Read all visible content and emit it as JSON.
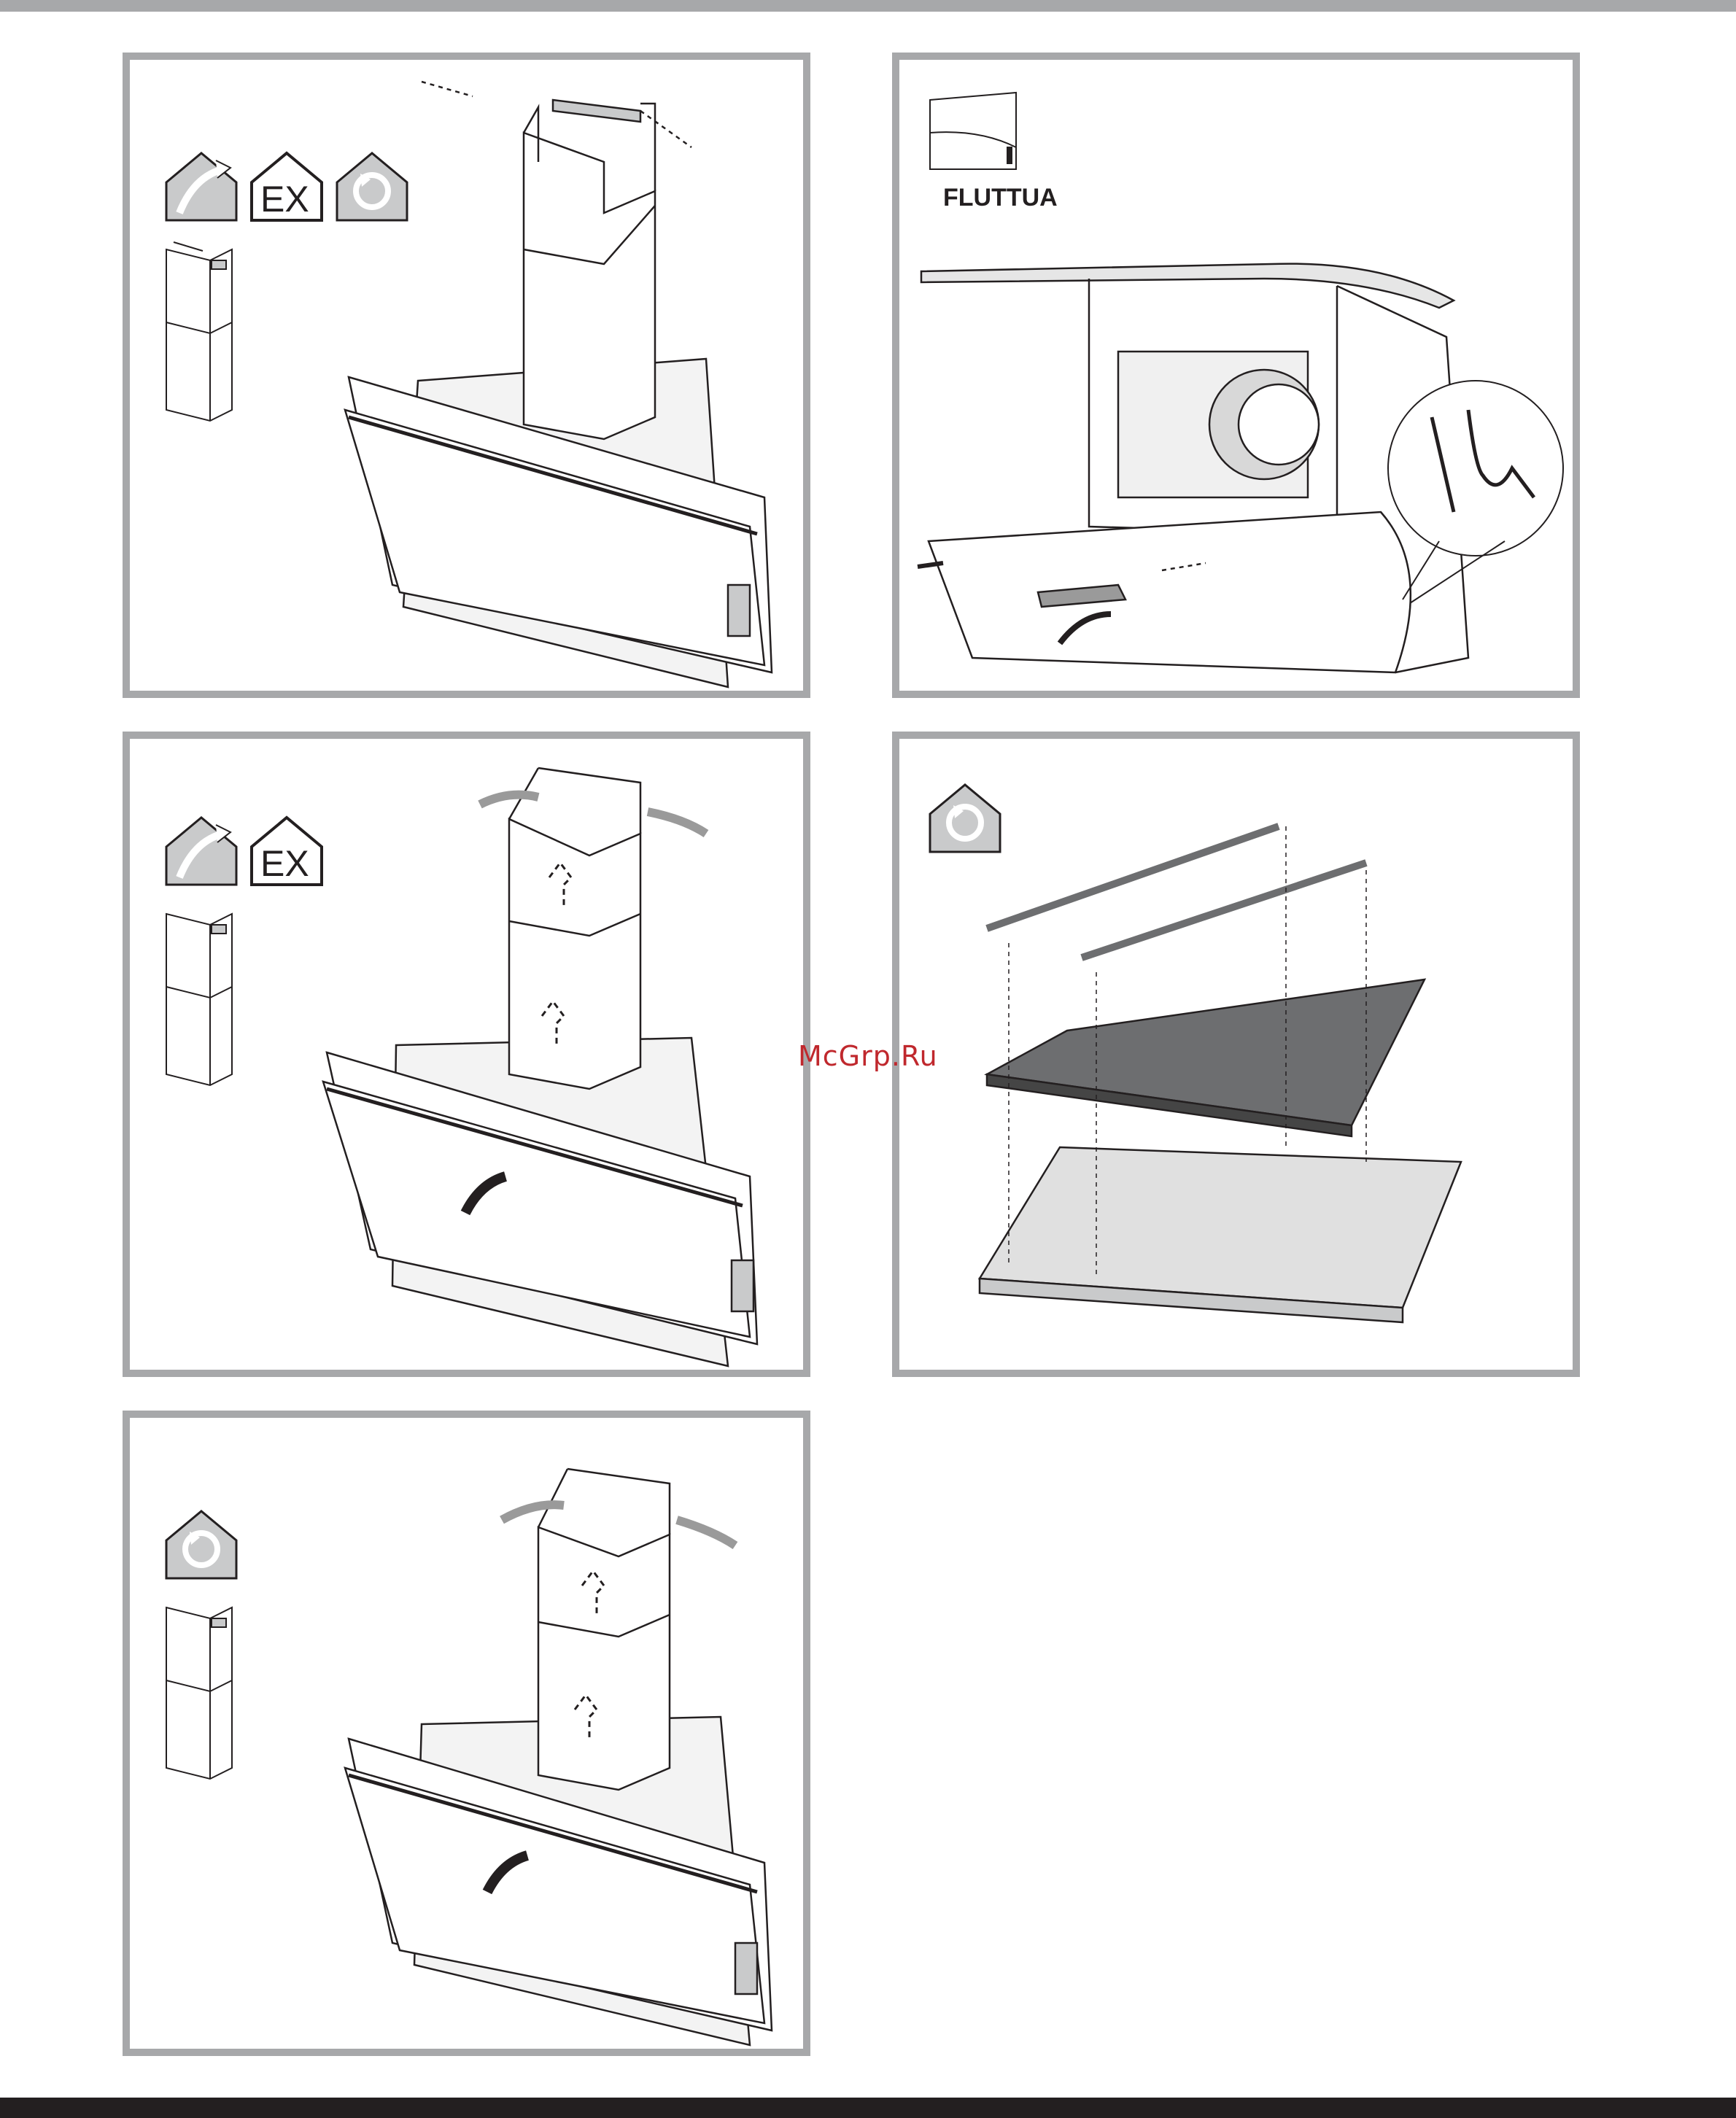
{
  "document": {
    "watermark": "McGrp.Ru",
    "labels": {
      "fluttua": "FLUTTUA",
      "ex": "EX"
    }
  },
  "panels": [
    {
      "id": "panel-1",
      "icons": [
        "ducting-icon",
        "ex-icon",
        "recirculation-icon"
      ]
    },
    {
      "id": "panel-2",
      "icons": [
        "fluttua-icon"
      ]
    },
    {
      "id": "panel-3",
      "icons": [
        "ducting-icon",
        "ex-icon"
      ]
    },
    {
      "id": "panel-4",
      "icons": [
        "recirculation-icon"
      ]
    },
    {
      "id": "panel-5",
      "icons": [
        "recirculation-icon"
      ]
    }
  ]
}
